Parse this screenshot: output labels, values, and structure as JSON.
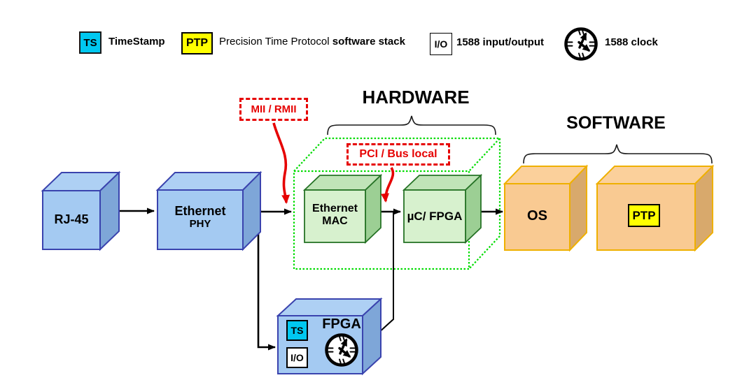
{
  "legend": {
    "ts": {
      "badge": "TS",
      "label": "TimeStamp"
    },
    "ptp": {
      "badge": "PTP",
      "label": "Precision Time Protocol",
      "label_bold": "software stack"
    },
    "io": {
      "badge": "I/O",
      "label": "1588 input/output"
    },
    "clock": {
      "label": "1588 clock"
    }
  },
  "sections": {
    "hardware": "HARDWARE",
    "software": "SOFTWARE"
  },
  "buses": {
    "mii": "MII / RMII",
    "pci": "PCI / Bus local"
  },
  "nodes": {
    "rj45": {
      "label": "RJ-45"
    },
    "phy": {
      "line1": "Ethernet",
      "line2": "PHY"
    },
    "mac": {
      "line1": "Ethernet",
      "line2": "MAC"
    },
    "uc_fpga": {
      "label": "µC/ FPGA"
    },
    "os": {
      "label": "OS"
    },
    "ptp": {
      "badge": "PTP"
    },
    "fpga": {
      "label": "FPGA",
      "ts_badge": "TS",
      "io_badge": "I/O"
    }
  },
  "colors": {
    "blue_fill": "#a4caf2",
    "blue_top": "#aed0f4",
    "blue_side": "#7ea6d8",
    "blue_border": "#3a43ae",
    "green_fill": "#d7f1ce",
    "green_top": "#c0e4b8",
    "green_side": "#9ccf94",
    "green_border": "#267326",
    "orange_fill": "#f9ca92",
    "orange_top": "#fbd09b",
    "orange_side": "#d8a96c",
    "orange_border": "#efb000",
    "hardware_outline": "#00dc00",
    "bus_label": "#e60000",
    "ts_badge_bg": "#00c8f0",
    "ptp_badge_bg": "#ffff00"
  }
}
